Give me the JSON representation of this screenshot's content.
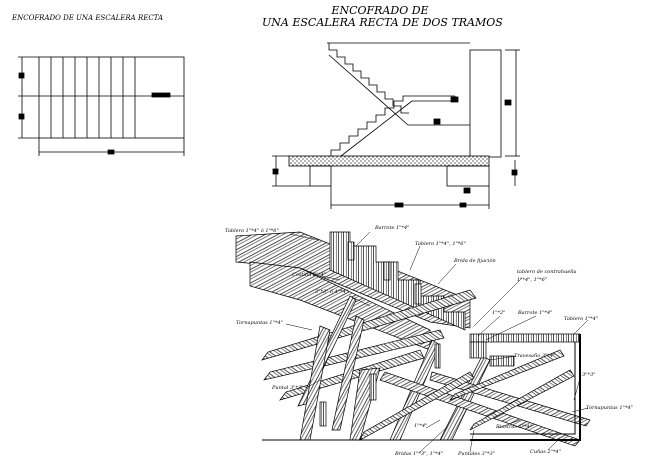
{
  "titles": {
    "plan_title": "ENCOFRADO DE UNA ESCALERA RECTA",
    "main_title_line1": "ENCOFRADO DE",
    "main_title_line2": "UNA ESCALERA RECTA DE DOS TRAMOS"
  },
  "labels": {
    "tablero_top": "Tablero 1\"*4\" ó 1\"*6\"",
    "barrote_top": "Barrote 1\"*4\"",
    "tablero_mid": "Tablero 1\"*4\", 1\"*6\"",
    "brida": "Brida de fijación",
    "costilla": "Costilla 2\"*4\"",
    "tablero_contrahuella_1": "tablero de contrahuella",
    "tablero_contrahuella_2": "1\"*4\", 1\"*6\"",
    "tres_por": "3\"*3\" ó 4\"*4\"",
    "uno_por_dos": "1\"*2\"",
    "barrote_right": "Barrote 1\"*4\"",
    "tablero_right": "Tablero 1\"*4\"",
    "tornapuntas_left": "Tornapuntas 1\"*4\"",
    "travesano": "Travesaño 3\"*4\"",
    "puntal": "Puntal 3\"*3\"",
    "tres_tres_right": "3\"*3\"",
    "tornapuntas_right": "Tornapuntas 1\"*4\"",
    "uno_cuatro": "1\"*4\"",
    "riostras": "Riostras 1\"*4\"",
    "bridas": "Bridas 1\"*3\", 1\"*4\"",
    "puntales": "Puntales 3\"*3\"",
    "cunas": "Cuñas 2\"*4\""
  }
}
